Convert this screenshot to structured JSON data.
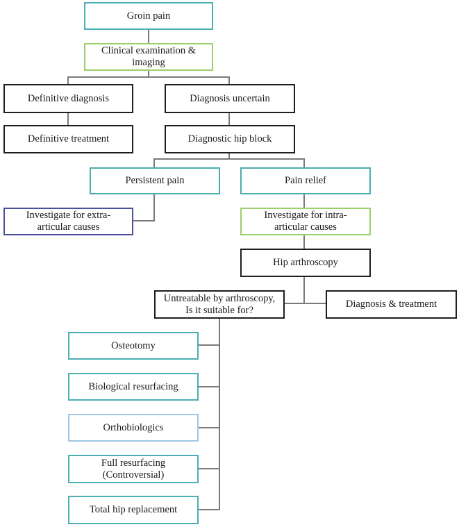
{
  "diagram": {
    "type": "flowchart",
    "title": "Groin pain management algorithm",
    "colors": {
      "teal": "#4aaeb2",
      "green": "#9ccf6c",
      "black": "#1e1e1e",
      "navy": "#4b4f9c",
      "light_blue": "#9fc7e2",
      "connector": "#7a7a7a"
    },
    "nodes": {
      "groin_pain": "Groin pain",
      "clinical_exam_line1": "Clinical examination &",
      "clinical_exam_line2": "imaging",
      "definitive_diagnosis": "Definitive diagnosis",
      "diagnosis_uncertain": "Diagnosis uncertain",
      "definitive_treatment": "Definitive treatment",
      "diagnostic_hip_block": "Diagnostic hip block",
      "persistent_pain": "Persistent pain",
      "pain_relief": "Pain relief",
      "extra_articular_line1": "Investigate for extra-",
      "extra_articular_line2": "articular causes",
      "intra_articular_line1": "Investigate for intra-",
      "intra_articular_line2": "articular causes",
      "hip_arthroscopy": "Hip arthroscopy",
      "untreatable_line1": "Untreatable by arthroscopy,",
      "untreatable_line2": "Is it suitable for?",
      "diagnosis_treatment": "Diagnosis & treatment",
      "osteotomy": "Osteotomy",
      "biological_resurfacing": "Biological resurfacing",
      "orthobiologics": "Orthobiologics",
      "full_resurfacing_line1": "Full resurfacing",
      "full_resurfacing_line2": "(Controversial)",
      "total_hip_replacement": "Total hip replacement"
    },
    "edges": [
      [
        "Groin pain",
        "Clinical examination & imaging"
      ],
      [
        "Clinical examination & imaging",
        "Definitive diagnosis"
      ],
      [
        "Clinical examination & imaging",
        "Diagnosis uncertain"
      ],
      [
        "Definitive diagnosis",
        "Definitive treatment"
      ],
      [
        "Diagnosis uncertain",
        "Diagnostic hip block"
      ],
      [
        "Diagnostic hip block",
        "Persistent pain"
      ],
      [
        "Diagnostic hip block",
        "Pain relief"
      ],
      [
        "Persistent pain",
        "Investigate for extra-articular causes"
      ],
      [
        "Pain relief",
        "Investigate for intra-articular causes"
      ],
      [
        "Investigate for intra-articular causes",
        "Hip arthroscopy"
      ],
      [
        "Hip arthroscopy",
        "Untreatable by arthroscopy, Is it suitable for?"
      ],
      [
        "Hip arthroscopy",
        "Diagnosis & treatment"
      ],
      [
        "Untreatable by arthroscopy, Is it suitable for?",
        "Osteotomy"
      ],
      [
        "Untreatable by arthroscopy, Is it suitable for?",
        "Biological resurfacing"
      ],
      [
        "Untreatable by arthroscopy, Is it suitable for?",
        "Orthobiologics"
      ],
      [
        "Untreatable by arthroscopy, Is it suitable for?",
        "Full resurfacing (Controversial)"
      ],
      [
        "Untreatable by arthroscopy, Is it suitable for?",
        "Total hip replacement"
      ]
    ]
  }
}
